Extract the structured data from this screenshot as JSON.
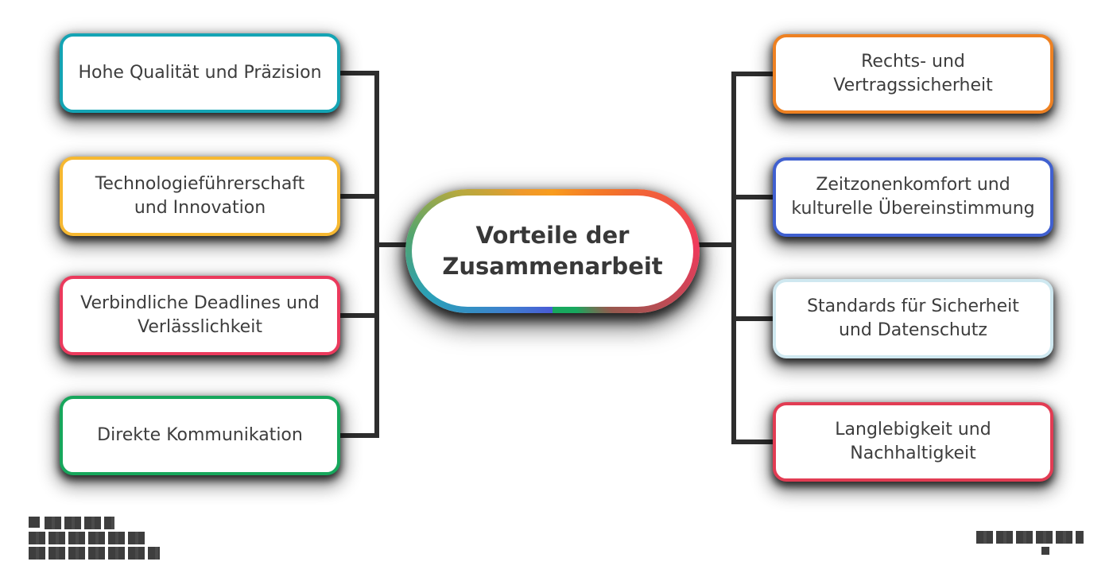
{
  "center": {
    "label": "Vorteile der\nZusammenarbeit",
    "text_color": "#383838",
    "ring_gradient": [
      {
        "color": "#4a5ad6",
        "deg": 0
      },
      {
        "color": "#3f7ecf",
        "deg": 38
      },
      {
        "color": "#2aa0b8",
        "deg": 70
      },
      {
        "color": "#52a56f",
        "deg": 96
      },
      {
        "color": "#b7a93e",
        "deg": 122
      },
      {
        "color": "#f0992b",
        "deg": 152
      },
      {
        "color": "#f89c1d",
        "deg": 180
      },
      {
        "color": "#f3722a",
        "deg": 226
      },
      {
        "color": "#ee3a5c",
        "deg": 268
      },
      {
        "color": "#96594e",
        "deg": 315
      },
      {
        "color": "#18a85e",
        "deg": 338
      },
      {
        "color": "#18a85e",
        "deg": 360
      }
    ]
  },
  "left_branches": [
    {
      "label": "Hohe Qualität und Präzision",
      "border_color": "#14a4b4"
    },
    {
      "label": "Technologieführerschaft\nund Innovation",
      "border_color": "#f6b831"
    },
    {
      "label": "Verbindliche Deadlines und\nVerlässlichkeit",
      "border_color": "#eb3a5d"
    },
    {
      "label": "Direkte Kommunikation",
      "border_color": "#17a75c"
    }
  ],
  "right_branches": [
    {
      "label": "Rechts- und\nVertragssicherheit",
      "border_color": "#ee8122"
    },
    {
      "label": "Zeitzonenkomfort und\nkulturelle Übereinstimmung",
      "border_color": "#4060d0"
    },
    {
      "label": "Standards für Sicherheit\nund Datenschutz",
      "border_color": "#cfe8f0"
    },
    {
      "label": "Langlebigkeit und\nNachhaltigkeit",
      "border_color": "#e23c53"
    }
  ],
  "connectors": {
    "color": "#2d2d2d"
  },
  "text_color": "#3d3d3d"
}
